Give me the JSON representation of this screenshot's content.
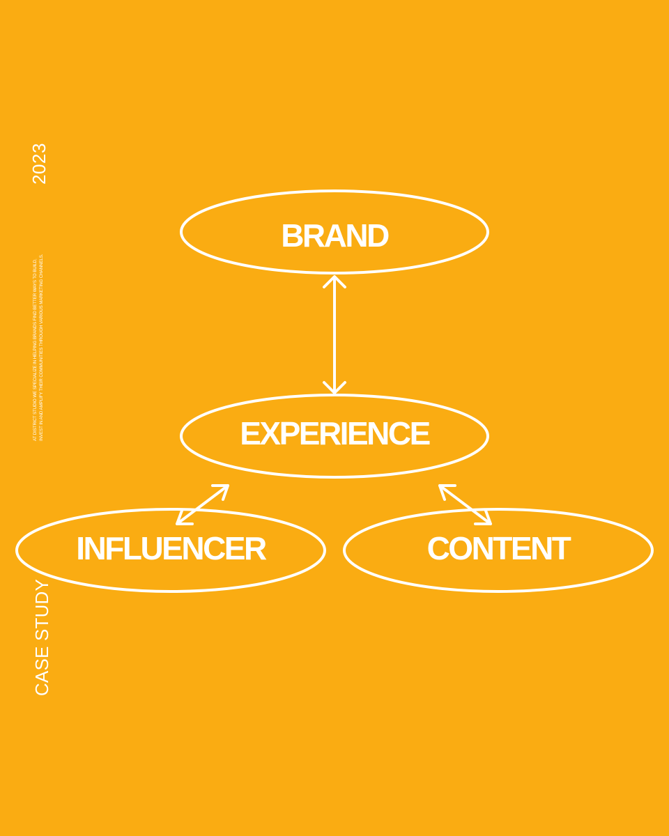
{
  "background_color": "#FAAC12",
  "foreground_color": "#FFFFFF",
  "side": {
    "year": "2023",
    "label": "CASE STUDY",
    "blurb_line_1": "AT DISTRICT STUDIO WE SPECIALIZE IN HELPING BRANDS FIND BETTER WAYS TO BUILD,",
    "blurb_line_2": "INVEST IN AND AMPLIFY THEIR COMMUNITIES THROUGH VARIOUS MARKETING CHANNELS."
  },
  "diagram": {
    "nodes": [
      {
        "id": "brand",
        "label": "BRAND"
      },
      {
        "id": "experience",
        "label": "EXPERIENCE"
      },
      {
        "id": "influencer",
        "label": "INFLUENCER"
      },
      {
        "id": "content",
        "label": "CONTENT"
      }
    ],
    "edges": [
      {
        "from": "brand",
        "to": "experience",
        "direction": "bidirectional"
      },
      {
        "from": "experience",
        "to": "influencer",
        "direction": "bidirectional"
      },
      {
        "from": "experience",
        "to": "content",
        "direction": "bidirectional"
      }
    ]
  }
}
